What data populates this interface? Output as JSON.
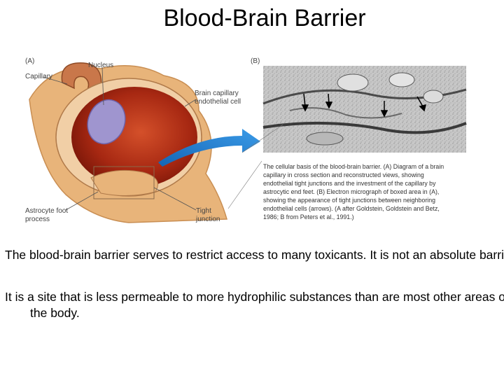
{
  "slide": {
    "title": "Blood-Brain Barrier"
  },
  "figure": {
    "panel_a_label": "(A)",
    "panel_b_label": "(B)",
    "labels": {
      "capillary": "Capillary",
      "nucleus": "Nucleus",
      "endothelial_line1": "Brain capillary",
      "endothelial_line2": "endothelial cell",
      "astrocyte_line1": "Astrocyte foot",
      "astrocyte_line2": "process",
      "tight_line1": "Tight",
      "tight_line2": "junction"
    },
    "caption_lines": [
      "The cellular basis of the blood-brain barrier. (A) Diagram of a brain",
      "capillary in cross section and reconstructed views, showing",
      "endothelial tight junctions and the investment of the capillary by",
      "astrocytic end feet. (B) Electron micrograph of boxed area in (A),",
      "showing the appearance of tight junctions between neighboring",
      "endothelial cells (arrows). (A after Goldstein, Goldstein and Betz,",
      "1986; B from Peters et al., 1991.)"
    ],
    "colors": {
      "lumen": "#8b1a0c",
      "astrocyte": "#e8b47a",
      "nucleus": "#9f95cf",
      "arrow": "#1f78c8"
    }
  },
  "body": {
    "paragraphs": [
      "The blood-brain barrier serves to restrict access to many toxicants. It is not an absolute barrier.",
      "It is a site that is less permeable to more hydrophilic substances than are most other areas of the body."
    ]
  }
}
